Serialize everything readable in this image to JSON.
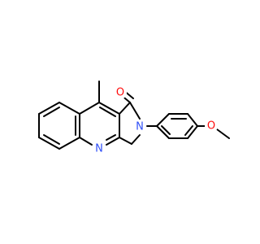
{
  "molecule": {
    "atoms": [
      {
        "id": "O_carbonyl",
        "label": "O",
        "color": "#ff0d0d"
      },
      {
        "id": "N_lactam",
        "label": "N",
        "color": "#3050f8"
      },
      {
        "id": "N_ring",
        "label": "N",
        "color": "#3050f8"
      },
      {
        "id": "O_ether",
        "label": "O",
        "color": "#ff0d0d"
      }
    ],
    "bond_color": "#000000"
  }
}
